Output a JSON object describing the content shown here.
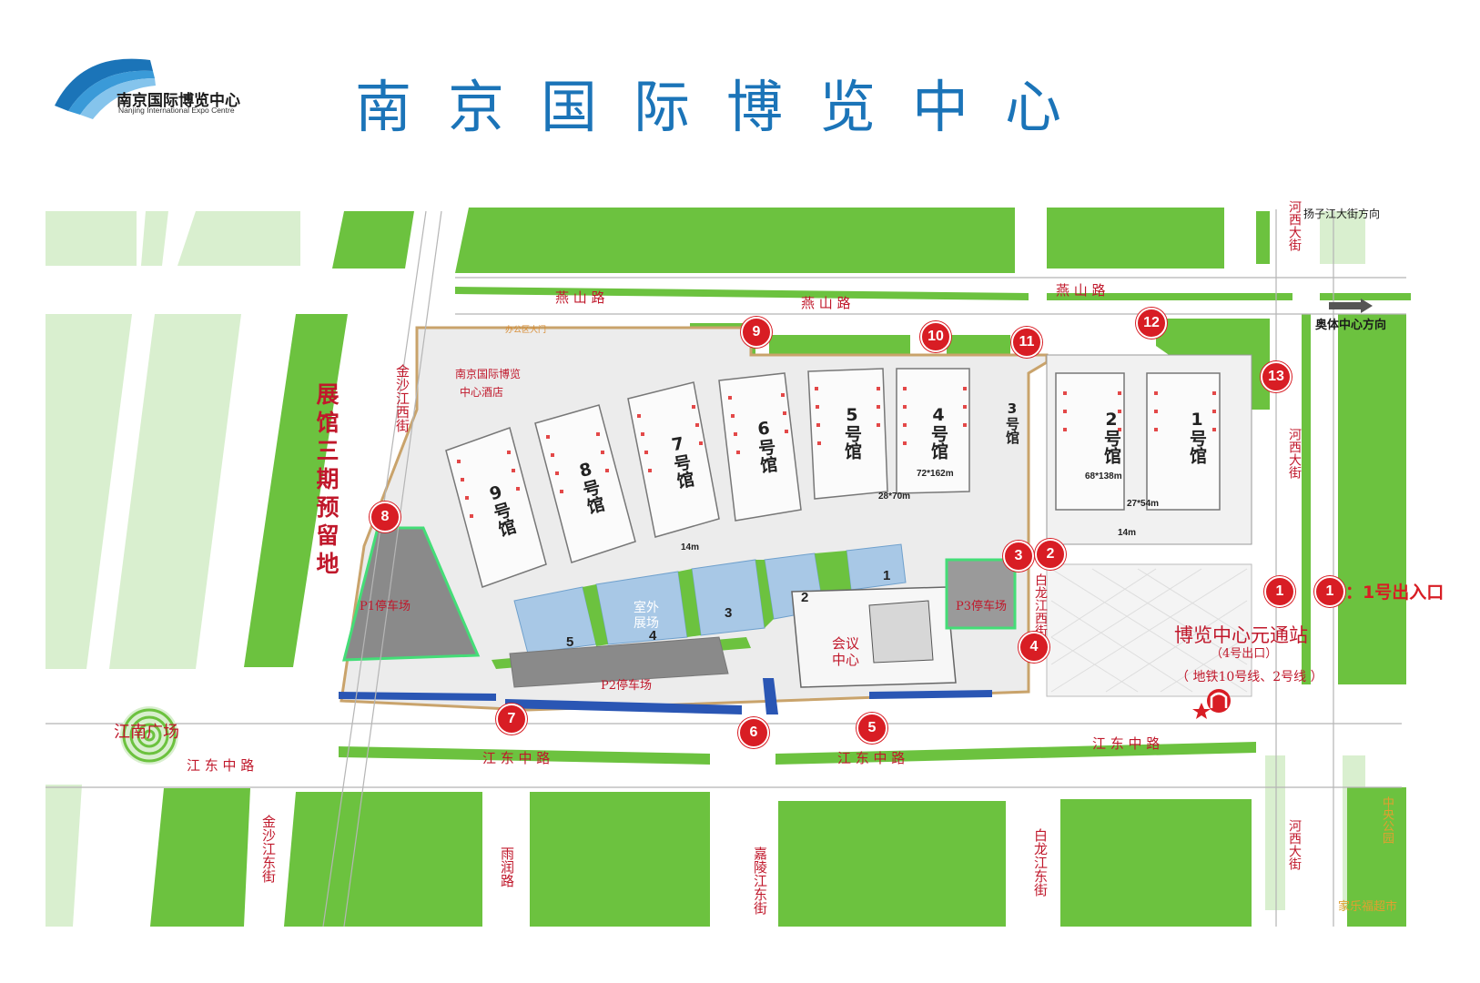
{
  "header": {
    "logo_cn": "南京国际博览中心",
    "logo_en": "Nanjing International Expo Centre",
    "title": "南京国际博览中心"
  },
  "roads": {
    "yanshan_1": "燕 山 路",
    "yanshan_2": "燕 山 路",
    "yanshan_3": "燕 山 路",
    "jiangdong_1": "江 东 中 路",
    "jiangdong_2": "江 东 中 路",
    "jiangdong_3": "江 东 中 路",
    "jiangdong_4": "江 东 中 路",
    "jinsha_north": "金沙江西街",
    "jinsha_south": "金沙江东街",
    "baolong_north": "白龙江西街",
    "baolong_south": "白龙江东街",
    "hexi_top": "河西大街",
    "hexi_mid": "河西大街",
    "hexi_bottom": "河西大街",
    "yurun": "雨润路",
    "jialing": "嘉陵江东街",
    "yangzi_dir": "扬子江大街方向",
    "olympic_dir": "奥体中心方向"
  },
  "places": {
    "phase3": "展馆三期预留地",
    "jiangnan_square": "江南广场",
    "hotel_line1": "南京国际博览",
    "hotel_line2": "中心酒店",
    "office_gate": "办公区大门",
    "metro_station": "博览中心元通站",
    "metro_exit": "（4号出口）",
    "metro_lines": "（ 地铁10号线、2号线 ）",
    "conference": "会议中心",
    "outdoor": "室外展场",
    "central_park": "中央公园",
    "carrefour": "家乐福超市",
    "p1": "P1停车场",
    "p2": "P2停车场",
    "p3": "P3停车场"
  },
  "halls": [
    {
      "id": "9",
      "label": "9号馆"
    },
    {
      "id": "8",
      "label": "8号馆"
    },
    {
      "id": "7",
      "label": "7号馆"
    },
    {
      "id": "6",
      "label": "6号馆"
    },
    {
      "id": "5",
      "label": "5号馆"
    },
    {
      "id": "4",
      "label": "4号馆"
    },
    {
      "id": "3",
      "label": "3号馆"
    },
    {
      "id": "2",
      "label": "2号馆"
    },
    {
      "id": "1",
      "label": "1号馆"
    }
  ],
  "dimensions": {
    "d1": "14m",
    "d2": "28*70m",
    "d3": "72*162m",
    "d4": "68*138m",
    "d5": "27*54m",
    "d6": "14m"
  },
  "outdoor_areas": [
    "1",
    "2",
    "3",
    "4",
    "5"
  ],
  "entrances": [
    "1",
    "2",
    "3",
    "4",
    "5",
    "6",
    "7",
    "8",
    "9",
    "10",
    "11",
    "12",
    "13"
  ],
  "legend": {
    "marker": "1",
    "text": "：1号出入口"
  },
  "colors": {
    "green": "#6cc23f",
    "pale_green": "#d9efcf",
    "entrance_red": "#d81d24",
    "title_blue": "#1b74b8",
    "water_blue": "#2a56b4",
    "outdoor_blue": "#a8c8e6",
    "parking_gray": "#8a8a8a",
    "label_red": "#c0182b"
  }
}
